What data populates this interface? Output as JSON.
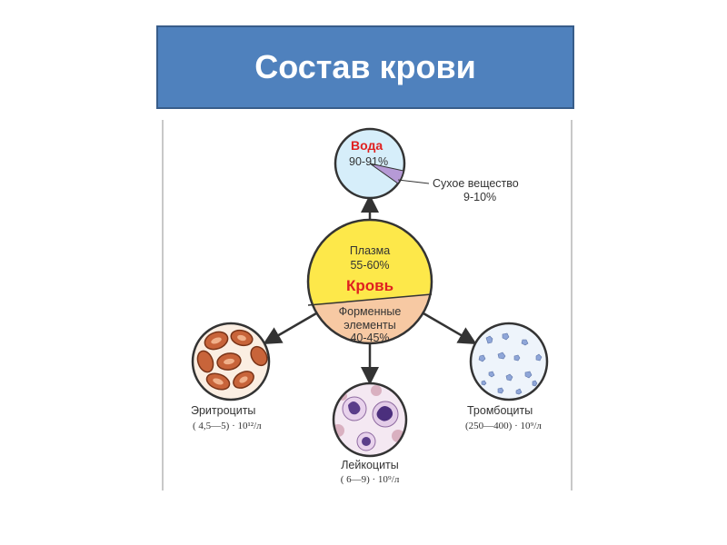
{
  "slide": {
    "title": "Состав крови"
  },
  "diagram": {
    "center": {
      "top_label": "Плазма",
      "top_value": "55-60%",
      "main_label": "Кровь",
      "bottom_label_1": "Форменные",
      "bottom_label_2": "элементы",
      "bottom_value": "40-45%"
    },
    "water": {
      "label": "Вода",
      "value": "90-91%"
    },
    "dry": {
      "label": "Сухое вещество",
      "value": "9-10%"
    },
    "erythrocytes": {
      "label": "Эритроциты",
      "count": "( 4,5—5) · 10¹²/л"
    },
    "leukocytes": {
      "label": "Лейкоциты",
      "count": "( 6—9) · 10⁹/л"
    },
    "platelets": {
      "label": "Тромбоциты",
      "count": "(250—400) · 10⁹/л"
    },
    "colors": {
      "title_bg": "#4f81bd",
      "plasma": "#fde84a",
      "formed": "#f7c9a3",
      "accent_red": "#e02020",
      "water": "#d6eefa"
    }
  }
}
